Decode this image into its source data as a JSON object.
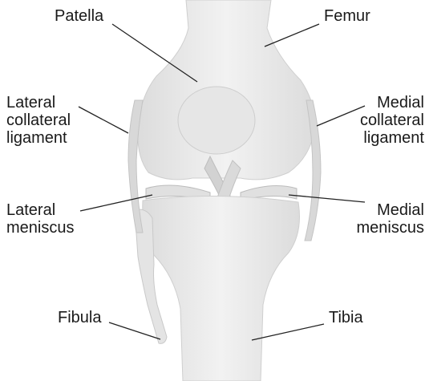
{
  "labels": {
    "patella": "Patella",
    "femur": "Femur",
    "lateral_collateral": "Lateral\ncollateral\nligament",
    "medial_collateral": "Medial\ncollateral\nligament",
    "lateral_meniscus": "Lateral\nmeniscus",
    "medial_meniscus": "Medial\nmeniscus",
    "fibula": "Fibula",
    "tibia": "Tibia"
  },
  "colors": {
    "bone": "#ececec",
    "bone_shade": "#d9d9d9",
    "ligament": "#dedede",
    "leader_line": "#222222"
  }
}
